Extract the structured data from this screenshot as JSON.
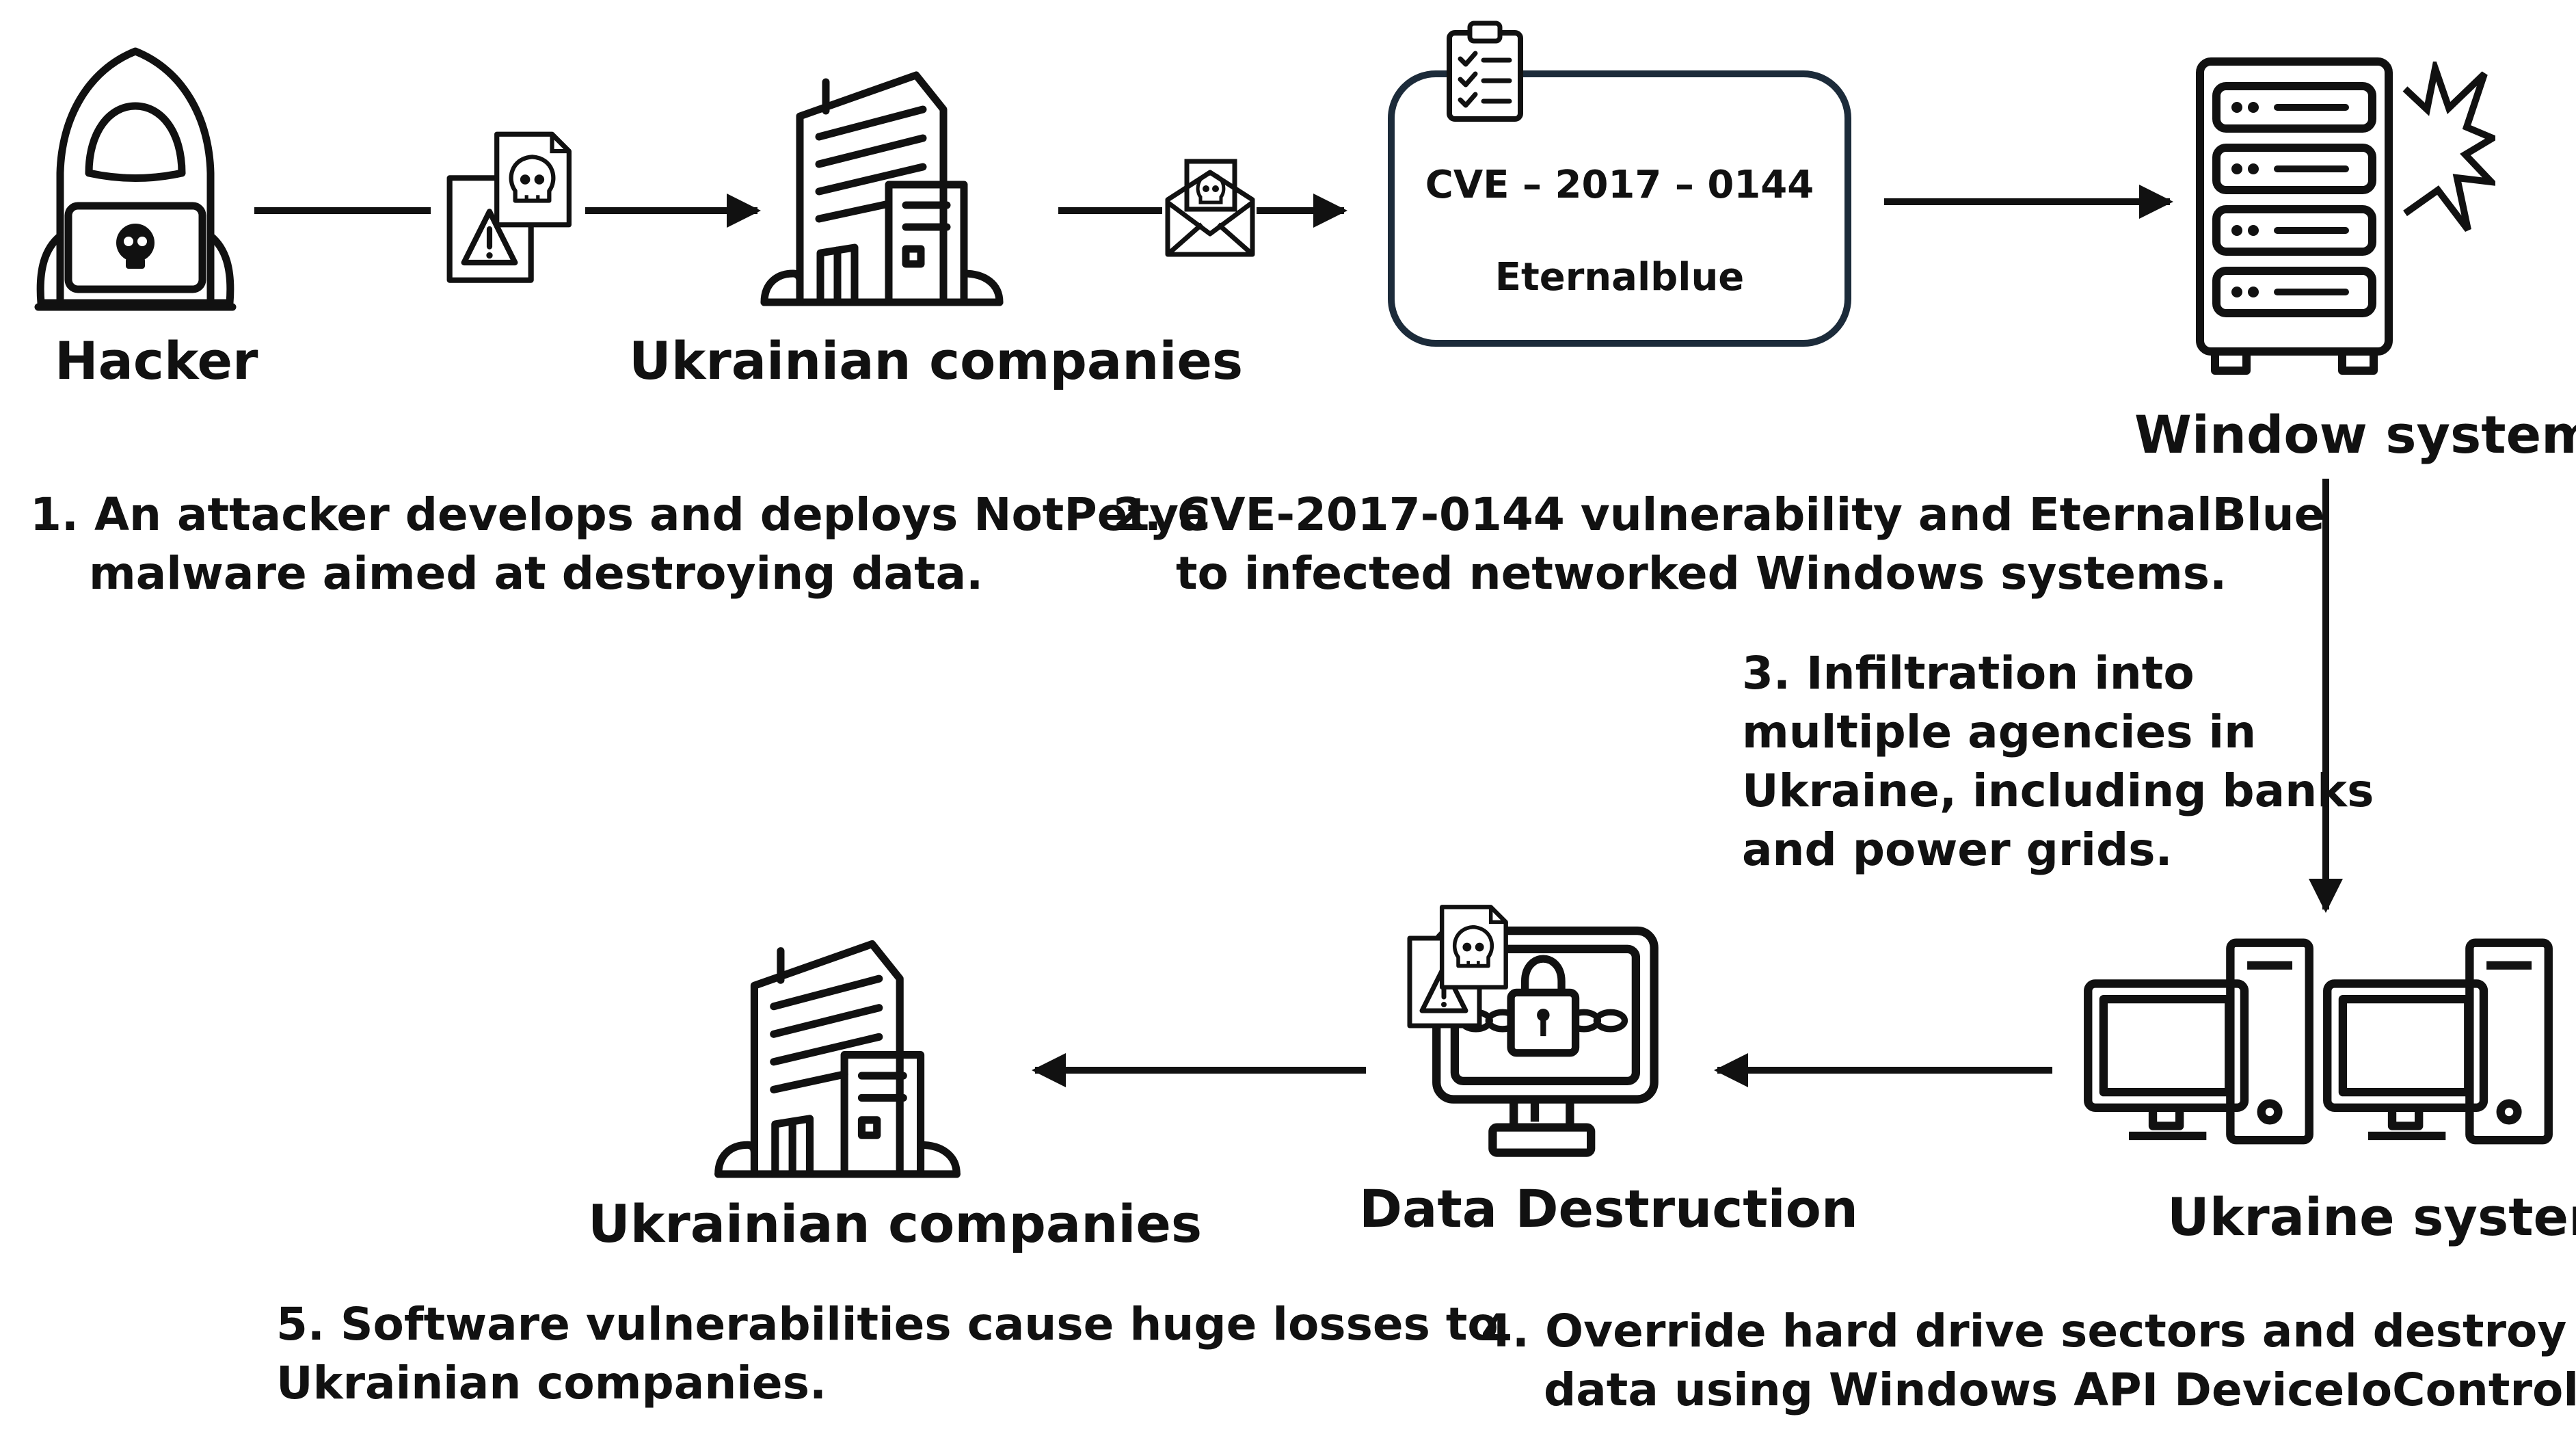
{
  "nodes": {
    "hacker": "Hacker",
    "companies_top": "Ukrainian companies",
    "cve_box": {
      "cve": "CVE – 2017 – 0144",
      "exploit": "Eternalblue"
    },
    "window_system": "Window system",
    "ukraine_system": "Ukraine system",
    "data_destruction": "Data Destruction",
    "companies_bottom": "Ukrainian companies"
  },
  "steps": {
    "step1": [
      "1. An attacker develops and deploys NotPetya",
      "malware aimed at destroying data."
    ],
    "step2": [
      "2. CVE-2017-0144 vulnerability and EternalBlue",
      "to infected networked Windows systems."
    ],
    "step3": [
      "3. Infiltration into",
      "multiple agencies in",
      "Ukraine, including banks",
      "and power grids."
    ],
    "step4": [
      "4. Override hard drive sectors and destroy",
      "data using Windows API DeviceIoControl."
    ],
    "step5": [
      "5. Software vulnerabilities cause huge losses to",
      "Ukrainian companies."
    ]
  },
  "icons": [
    "hacker-icon",
    "malware-file-icon",
    "warning-file-icon",
    "building-icon",
    "malicious-email-icon",
    "checklist-icon",
    "server-icon",
    "explosion-icon",
    "desktop-computer-icon",
    "locked-monitor-icon"
  ],
  "colors": {
    "ink": "#111111",
    "box_border": "#1c2b3a",
    "background": "#ffffff"
  }
}
